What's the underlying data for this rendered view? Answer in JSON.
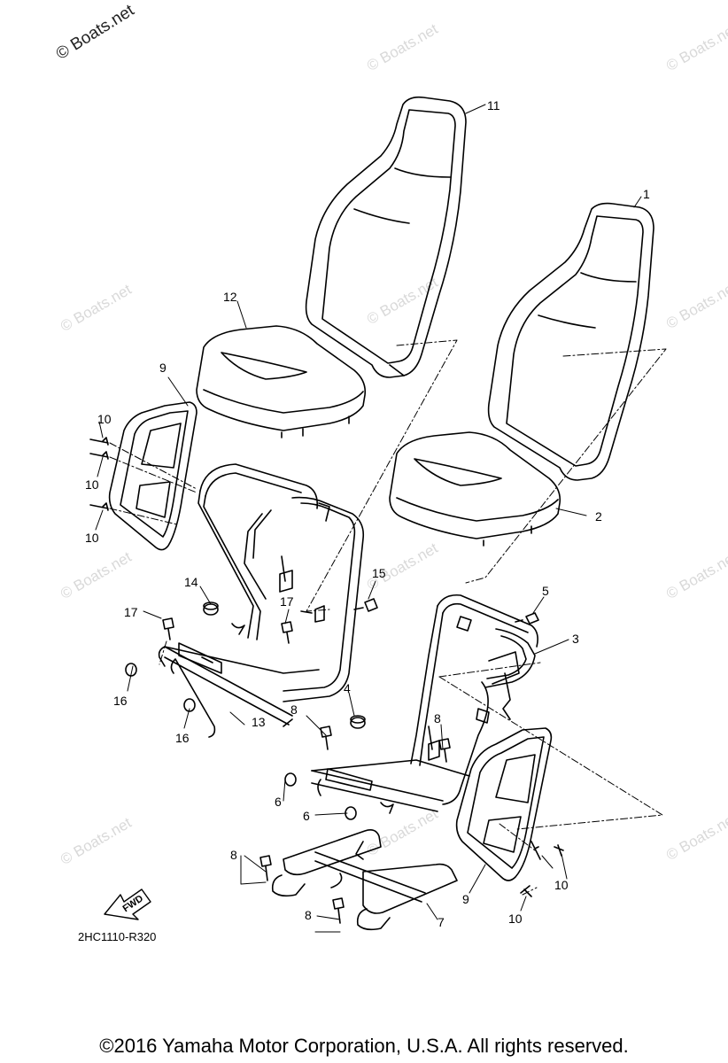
{
  "watermark": "© Boats.net",
  "watermark_corner": "© Boats.net",
  "callouts": {
    "c1": "1",
    "c2": "2",
    "c3": "3",
    "c4": "4",
    "c5": "5",
    "c6a": "6",
    "c6b": "6",
    "c7": "7",
    "c8a": "8",
    "c8b": "8",
    "c8c": "8",
    "c8d": "8",
    "c9a": "9",
    "c9b": "9",
    "c10a": "10",
    "c10b": "10",
    "c10c": "10",
    "c10d": "10",
    "c10e": "10",
    "c11": "11",
    "c12": "12",
    "c13": "13",
    "c14": "14",
    "c15": "15",
    "c16a": "16",
    "c16b": "16",
    "c17a": "17",
    "c17b": "17"
  },
  "fwd_label": "FWD",
  "drawing_code": "2HC1110-R320",
  "copyright": "©2016 Yamaha Motor Corporation, U.S.A. All rights reserved."
}
